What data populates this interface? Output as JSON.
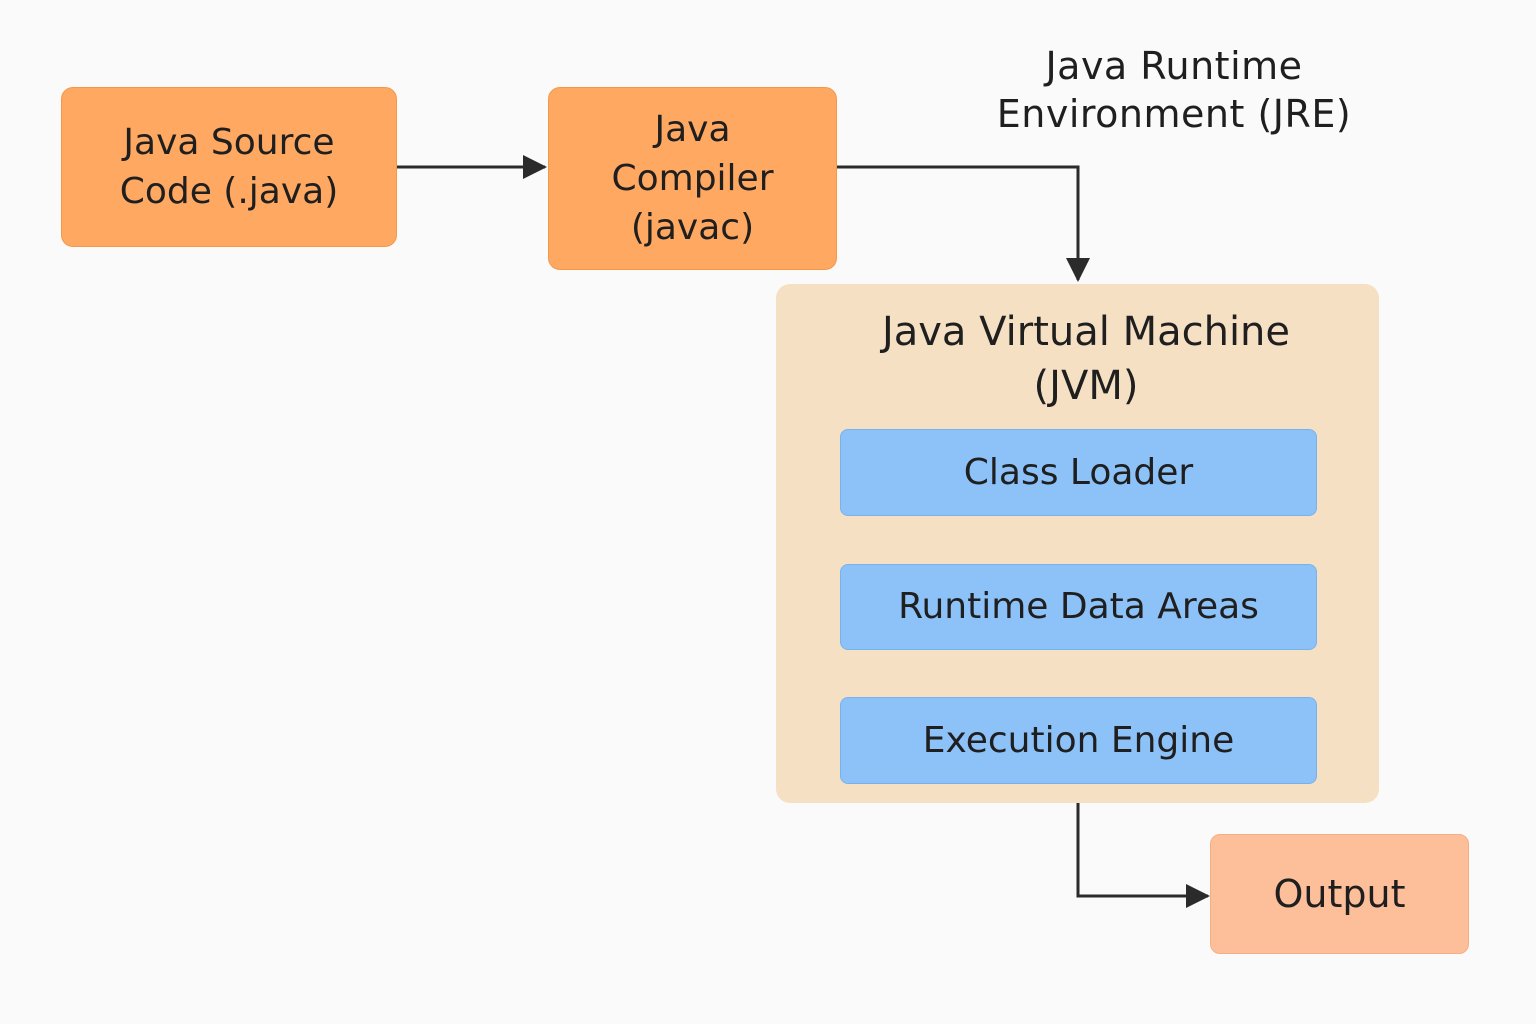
{
  "nodes": {
    "source": "Java Source\nCode (.java)",
    "compiler": "Java\nCompiler\n(javac)",
    "jre": "Java Runtime\nEnvironment (JRE)",
    "jvm": "Java Virtual Machine\n(JVM)",
    "class_loader": "Class Loader",
    "runtime_data": "Runtime Data Areas",
    "execution_engine": "Execution Engine",
    "output": "Output"
  },
  "colors": {
    "orange_box": "#fea862",
    "jvm_container": "#f6e0c4",
    "blue_box": "#8cc2f8",
    "output_box": "#fdbe9a",
    "arrow": "#2b2b2b",
    "background": "#fafafa"
  }
}
